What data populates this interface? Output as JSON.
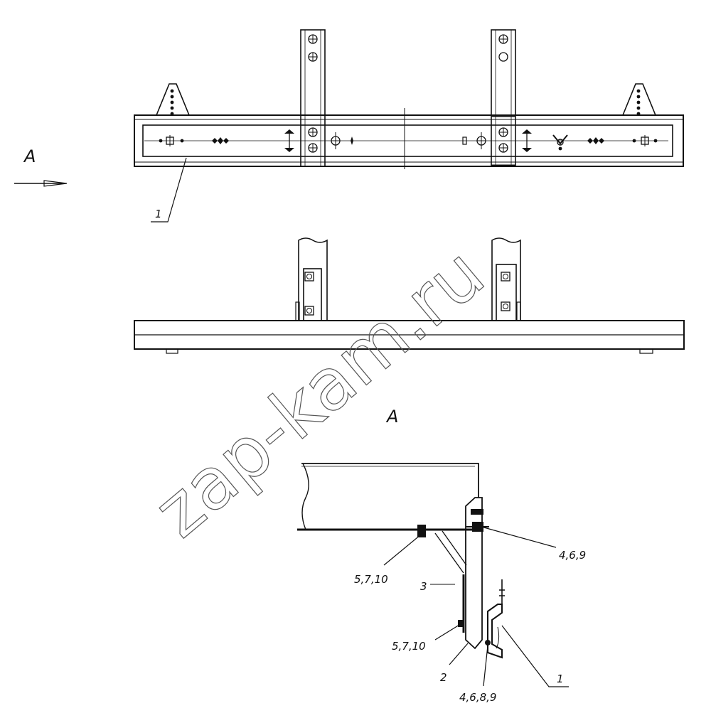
{
  "view_label_top": "A",
  "view_label_section": "A",
  "callouts": {
    "frame_top": "1",
    "bolts_upper": "4,6,9",
    "fasteners_a": "5,7,10",
    "brace": "3",
    "fasteners_b": "5,7,10",
    "bracket": "2",
    "bolts_lower": "4,6,8,9",
    "frame_section": "1"
  },
  "watermark": "zap-kam.ru"
}
